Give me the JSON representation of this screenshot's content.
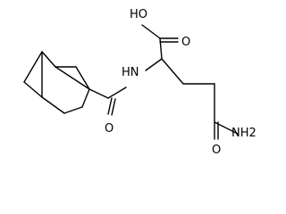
{
  "molecule": {
    "atoms": {
      "hydroxyl": "HO",
      "carboxyl_oxygen": "O",
      "amine": "HN",
      "amide_oxygen": "O",
      "terminal_oxygen": "O",
      "amide_nitrogen": "NH2"
    }
  },
  "colors": {
    "bond": "#000000",
    "background": "#ffffff"
  }
}
